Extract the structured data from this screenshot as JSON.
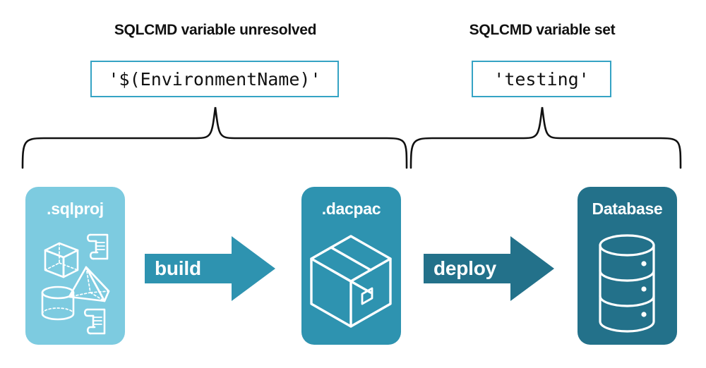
{
  "diagram": {
    "title_hidden": "",
    "background": "#ffffff",
    "groups": [
      {
        "id": "unresolved",
        "heading": "SQLCMD variable unresolved",
        "value": "'$(EnvironmentName)'",
        "brace_color": "#111111",
        "box_border_color": "#35A3C4"
      },
      {
        "id": "set",
        "heading": "SQLCMD variable set",
        "value": "'testing'",
        "brace_color": "#111111",
        "box_border_color": "#35A3C4"
      }
    ],
    "panels": [
      {
        "id": "sqlproj",
        "label": ".sqlproj",
        "color": "#7DCBE0",
        "icon": "shapes-and-scripts-icon"
      },
      {
        "id": "dacpac",
        "label": ".dacpac",
        "color": "#2E93B0",
        "icon": "package-box-icon"
      },
      {
        "id": "database",
        "label": "Database",
        "color": "#23718A",
        "icon": "database-cylinder-icon"
      }
    ],
    "arrows": [
      {
        "id": "build",
        "label": "build",
        "color": "#2E93B0"
      },
      {
        "id": "deploy",
        "label": "deploy",
        "color": "#23718A"
      }
    ]
  }
}
